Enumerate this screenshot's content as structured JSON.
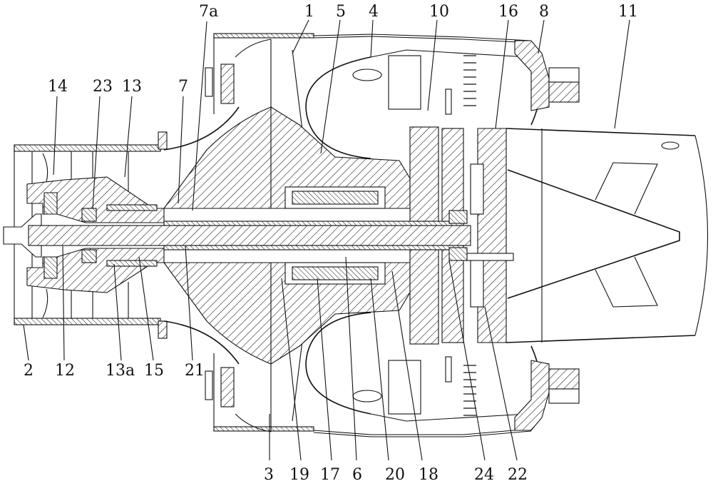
{
  "figure": {
    "title": "Micro turbojet engine cross-section (patent drawing)",
    "labels_top": [
      {
        "id": "7a",
        "text": "7a"
      },
      {
        "id": "1",
        "text": "1"
      },
      {
        "id": "5",
        "text": "5"
      },
      {
        "id": "4",
        "text": "4"
      },
      {
        "id": "10",
        "text": "10"
      },
      {
        "id": "16",
        "text": "16"
      },
      {
        "id": "8",
        "text": "8"
      },
      {
        "id": "11",
        "text": "11"
      },
      {
        "id": "14",
        "text": "14"
      },
      {
        "id": "23",
        "text": "23"
      },
      {
        "id": "13",
        "text": "13"
      },
      {
        "id": "7",
        "text": "7"
      }
    ],
    "labels_bottom": [
      {
        "id": "2",
        "text": "2"
      },
      {
        "id": "12",
        "text": "12"
      },
      {
        "id": "13a",
        "text": "13a"
      },
      {
        "id": "15",
        "text": "15"
      },
      {
        "id": "21",
        "text": "21"
      },
      {
        "id": "3",
        "text": "3"
      },
      {
        "id": "19",
        "text": "19"
      },
      {
        "id": "17",
        "text": "17"
      },
      {
        "id": "6",
        "text": "6"
      },
      {
        "id": "20",
        "text": "20"
      },
      {
        "id": "18",
        "text": "18"
      },
      {
        "id": "24",
        "text": "24"
      },
      {
        "id": "22",
        "text": "22"
      }
    ]
  }
}
